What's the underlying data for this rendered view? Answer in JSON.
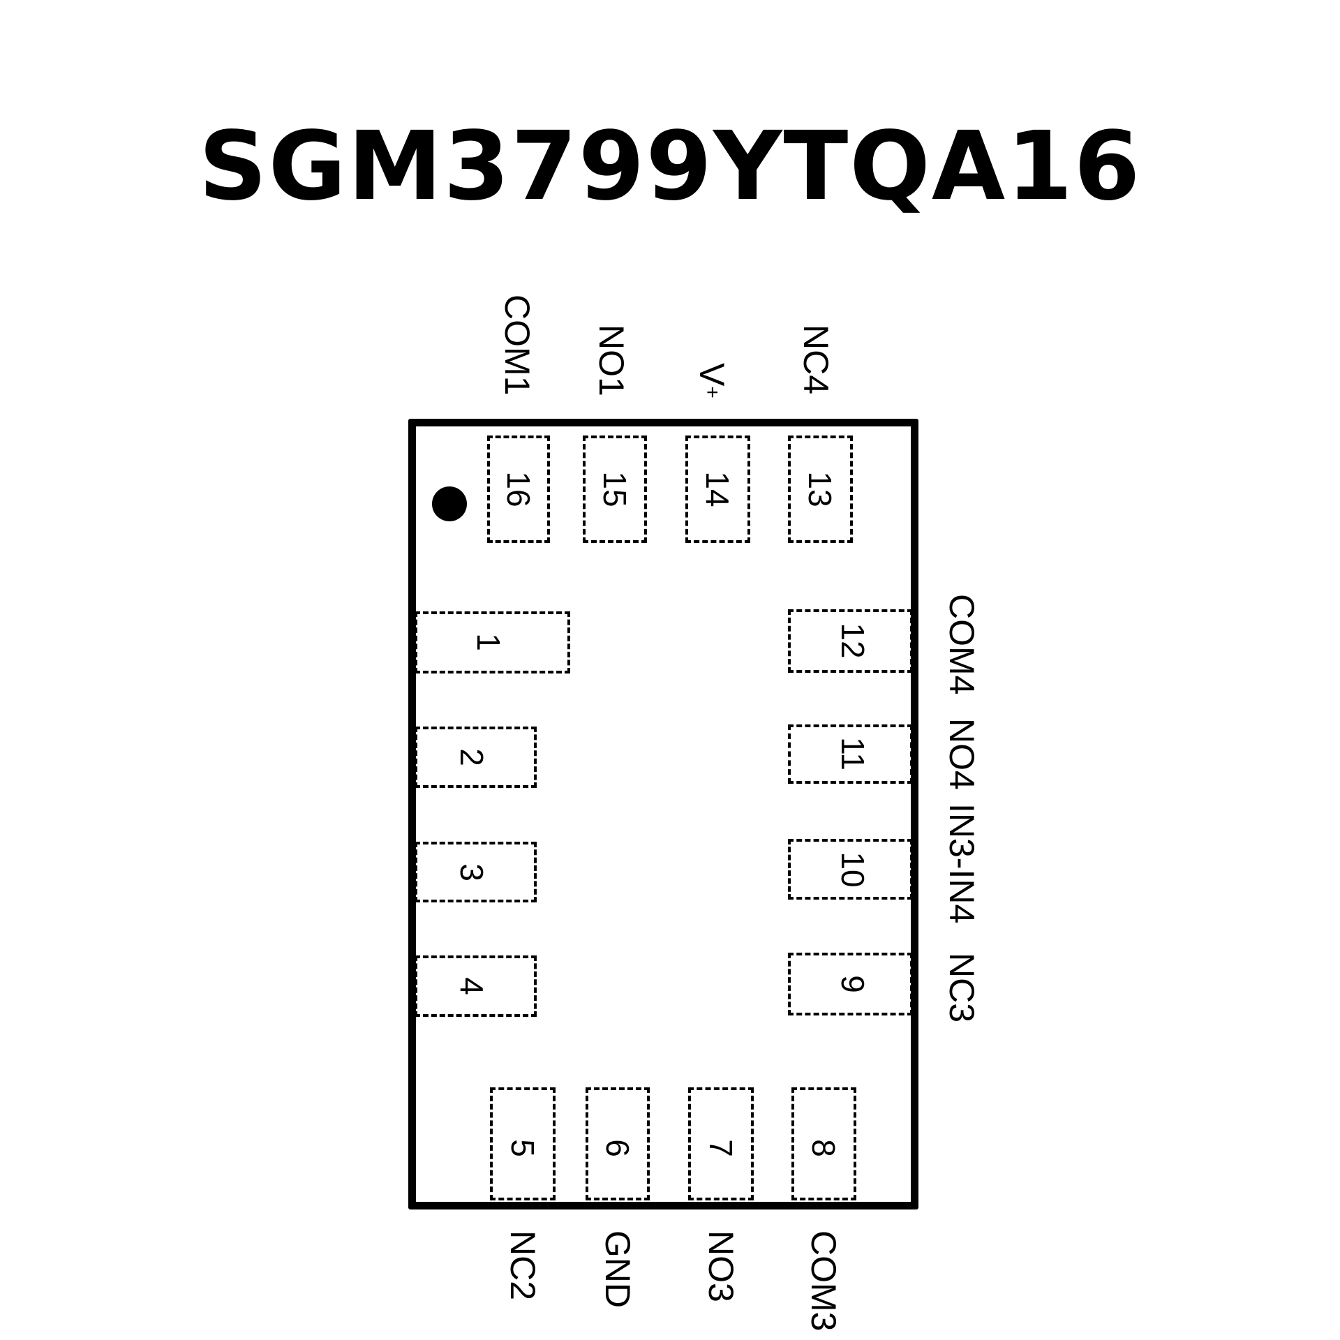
{
  "title": "SGM3799YTQA16",
  "pins": {
    "p1": {
      "num": "1"
    },
    "p2": {
      "num": "2"
    },
    "p3": {
      "num": "3"
    },
    "p4": {
      "num": "4"
    },
    "p5": {
      "num": "5",
      "label": "NC2"
    },
    "p6": {
      "num": "6",
      "label": "GND"
    },
    "p7": {
      "num": "7",
      "label": "NO3"
    },
    "p8": {
      "num": "8",
      "label": "COM3"
    },
    "p9": {
      "num": "9",
      "label": "NC3"
    },
    "p10": {
      "num": "10",
      "label": "IN3-IN4"
    },
    "p11": {
      "num": "11",
      "label": "NO4"
    },
    "p12": {
      "num": "12",
      "label": "COM4"
    },
    "p13": {
      "num": "13",
      "label": "NC4"
    },
    "p14": {
      "num": "14",
      "label": "V",
      "label_sub": "+"
    },
    "p15": {
      "num": "15",
      "label": "NO1"
    },
    "p16": {
      "num": "16",
      "label": "COM1"
    }
  }
}
